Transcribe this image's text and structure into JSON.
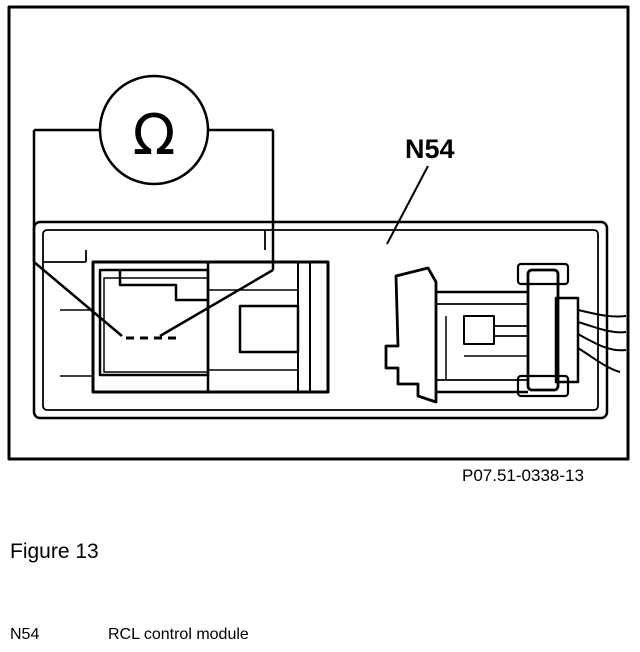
{
  "diagram": {
    "component_callout": "N54",
    "meter_symbol": "Ω",
    "reference_code": "P07.51-0338-13"
  },
  "figure_label": "Figure 13",
  "legend": [
    {
      "code": "N54",
      "description": "RCL control module"
    }
  ]
}
